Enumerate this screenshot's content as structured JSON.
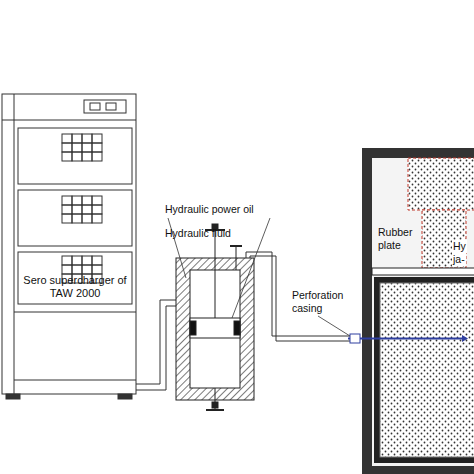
{
  "diagram": {
    "nodes": [
      {
        "text": [
          "Sero supercharger of TAW 2000"
        ]
      }
    ],
    "labels": [
      "Hydraulic power oil",
      "Hydraulic fluid",
      "Perforation casing",
      "Rubber plate",
      "Hy",
      "ja-"
    ]
  }
}
